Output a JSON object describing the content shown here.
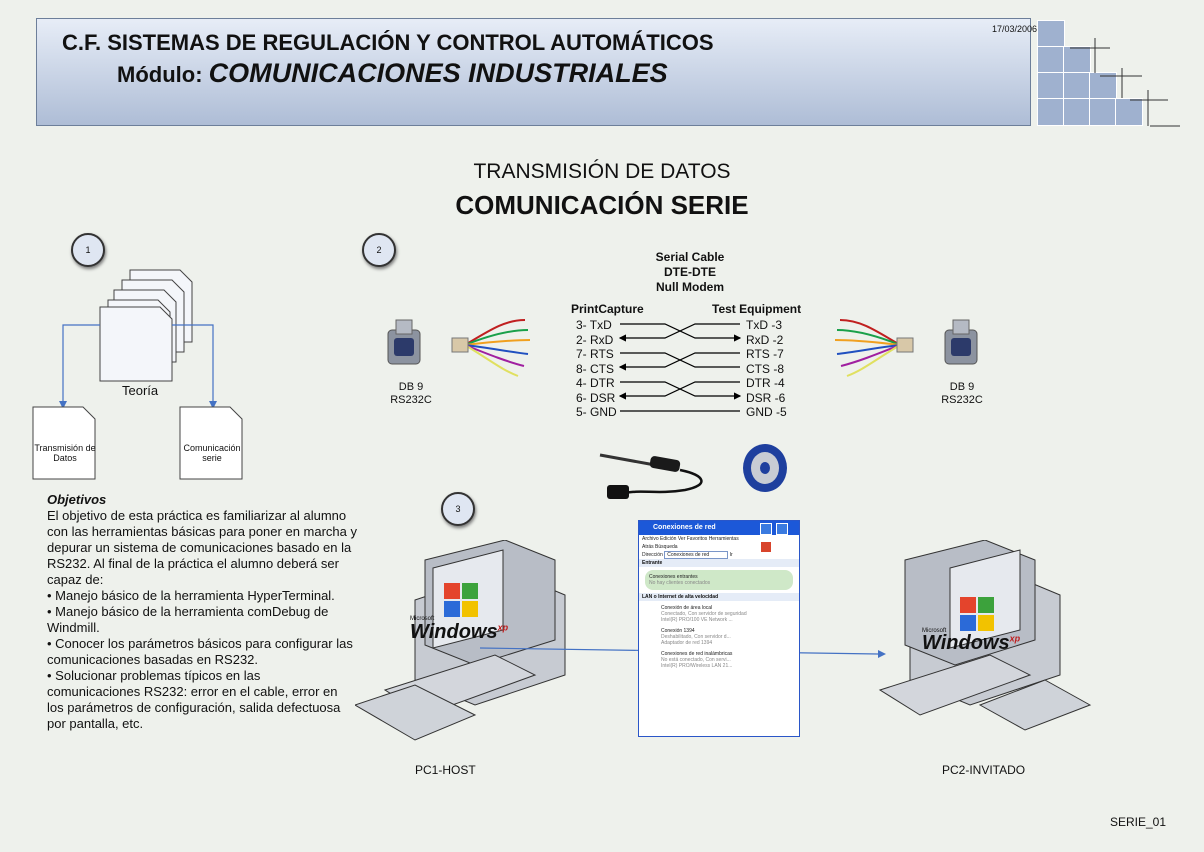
{
  "header": {
    "title": "C.F. SISTEMAS DE REGULACIÓN Y CONTROL AUTOMÁTICOS",
    "module_label": "Módulo:",
    "module_name": "COMUNICACIONES INDUSTRIALES",
    "date": "17/03/2006"
  },
  "main": {
    "title_line1": "TRANSMISIÓN DE DATOS",
    "title_line2": "COMUNICACIÓN SERIE"
  },
  "steps": [
    "1",
    "2",
    "3"
  ],
  "theory": {
    "label": "Teoría",
    "doc_left": "Transmisión de Datos",
    "doc_right": "Comunicación serie"
  },
  "cable": {
    "title_lines": [
      "Serial Cable",
      "DTE-DTE",
      "Null Modem"
    ],
    "left_header": "PrintCapture",
    "right_header": "Test Equipment",
    "left_pins": [
      "3- TxD",
      "2- RxD",
      "7- RTS",
      "8- CTS",
      "4- DTR",
      "6- DSR",
      "5- GND"
    ],
    "right_pins": [
      "TxD -3",
      "RxD -2",
      "RTS -7",
      "CTS -8",
      "DTR -4",
      "DSR -6",
      "GND -5"
    ]
  },
  "connectors": {
    "left": [
      "DB 9",
      "RS232C"
    ],
    "right": [
      "DB 9",
      "RS232C"
    ]
  },
  "objetivos": {
    "title": "Objetivos",
    "intro": "El objetivo de esta práctica es familiarizar al alumno con las herramientas básicas para poner en marcha y depurar un sistema de comunicaciones basado en la RS232. Al final de la práctica el alumno deberá ser capaz de:",
    "bullets": [
      "• Manejo básico de la herramienta HyperTerminal.",
      "• Manejo básico de la herramienta comDebug de Windmill.",
      "• Conocer los parámetros básicos para configurar las comunicaciones basadas en RS232.",
      "• Solucionar problemas típicos en las comunicaciones RS232: error en el cable, error en los parámetros de configuración, salida defectuosa por pantalla, etc."
    ]
  },
  "pcs": {
    "left": "PC1-HOST",
    "right": "PC2-INVITADO",
    "os_logo": "Windows",
    "os_sup": "xp",
    "os_brand": "Microsoft"
  },
  "xp_window": {
    "title": "Conexiones de red",
    "menu": "Archivo  Edición  Ver  Favoritos  Herramientas",
    "toolbar": "Atrás  Búsqueda",
    "address_label": "Dirección",
    "address_value": "Conexiones de red",
    "go": "Ir",
    "section1": "Entrante",
    "incoming": "Conexiones entrantes",
    "incoming_sub": "No hay clientes conectados",
    "section2": "LAN o Internet de alta velocidad",
    "items": [
      {
        "name": "Conexión de área local",
        "sub": "Conectado, Con servidor de seguridad",
        "sub2": "Intel(R) PRO/100 VE Network ..."
      },
      {
        "name": "Conexión 1394",
        "sub": "Deshabilitado, Con servidor d...",
        "sub2": "Adaptador de red 1394"
      },
      {
        "name": "Conexiones de red inalámbricas",
        "sub": "No está conectado, Con servi...",
        "sub2": "Intel(R) PRO/Wireless LAN 21..."
      }
    ]
  },
  "footer": {
    "code": "SERIE_01"
  }
}
